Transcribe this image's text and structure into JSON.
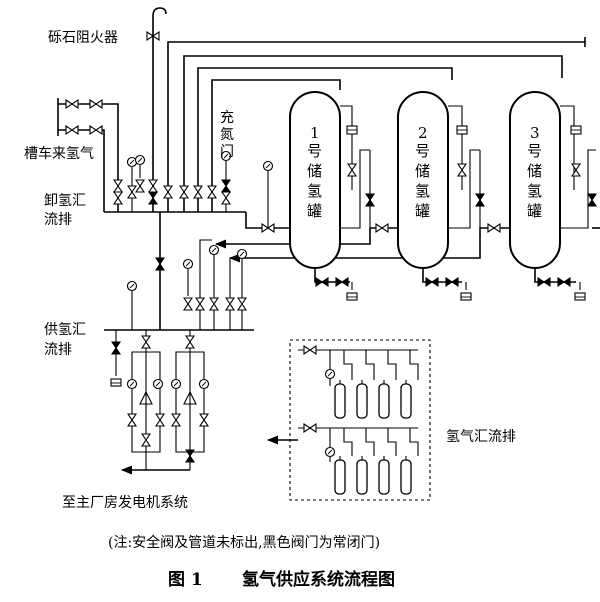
{
  "labels": {
    "flame_arrester": "砾石阻火器",
    "tanker_supply": "槽车来氢气",
    "nitrogen_inlet_1": "充",
    "nitrogen_inlet_2": "氮",
    "nitrogen_inlet_3": "门",
    "unload_manifold_1": "卸氢汇",
    "unload_manifold_2": "流排",
    "supply_manifold_1": "供氢汇",
    "supply_manifold_2": "流排",
    "hydrogen_manifold": "氢气汇流排",
    "to_generator": "至主厂房发电机系统"
  },
  "tanks": [
    {
      "num": "1",
      "c1": "号",
      "c2": "储",
      "c3": "氢",
      "c4": "罐"
    },
    {
      "num": "2",
      "c1": "号",
      "c2": "储",
      "c3": "氢",
      "c4": "罐"
    },
    {
      "num": "3",
      "c1": "号",
      "c2": "储",
      "c3": "氢",
      "c4": "罐"
    }
  ],
  "note": "(注:安全阀及管道未标出,黑色阀门为常闭门)",
  "caption": {
    "figure": "图 1",
    "title": "氢气供应系统流程图"
  }
}
